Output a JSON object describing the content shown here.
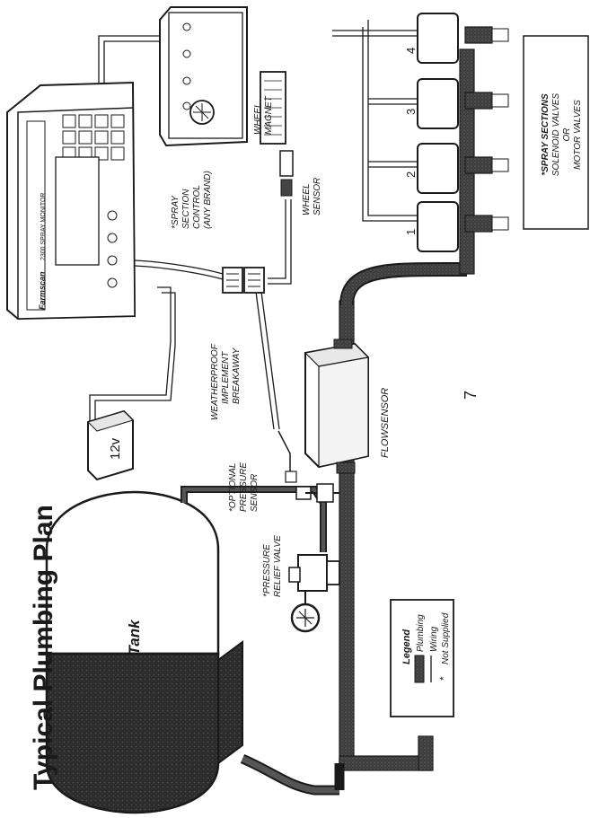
{
  "title": "Typical Plumbing Plan",
  "page_number": "7",
  "tank": {
    "label": "Tank"
  },
  "battery": {
    "label": "12v"
  },
  "monitor": {
    "brand": "Farmscan",
    "model": "2300 SPRAY MONITOR"
  },
  "labels": {
    "spray_section_control": [
      "*SPRAY",
      "SECTION",
      "CONTROL",
      "(ANY BRAND)"
    ],
    "wheel_magnet": [
      "WHEEL",
      "MAGNET"
    ],
    "wheel_sensor": [
      "WHEEL",
      "SENSOR"
    ],
    "breakaway": [
      "WEATHERPROOF",
      "IMPLEMENT",
      "BREAKAWAY"
    ],
    "pressure_sensor": [
      "*OPTIONAL",
      "PRESSURE",
      "SENSOR"
    ],
    "relief_valve": [
      "*PRESSURE",
      "RELIEF VALVE"
    ],
    "flowsensor": "FLOWSENSOR",
    "spray_sections": [
      "*SPRAY SECTIONS",
      "SOLENOID VALVES",
      "OR",
      "MOTOR VALVES"
    ]
  },
  "section_numbers": [
    "1",
    "2",
    "3",
    "4"
  ],
  "legend": {
    "title": "Legend",
    "items": [
      {
        "label": "Plumbing"
      },
      {
        "label": "Wiring"
      },
      {
        "label": "Not Supplied",
        "marker": "*"
      }
    ]
  },
  "colors": {
    "plumbing": "#3a3a3a",
    "tank_fill": "#2e2e2e",
    "line": "#1a1a1a",
    "paper": "#ffffff"
  }
}
